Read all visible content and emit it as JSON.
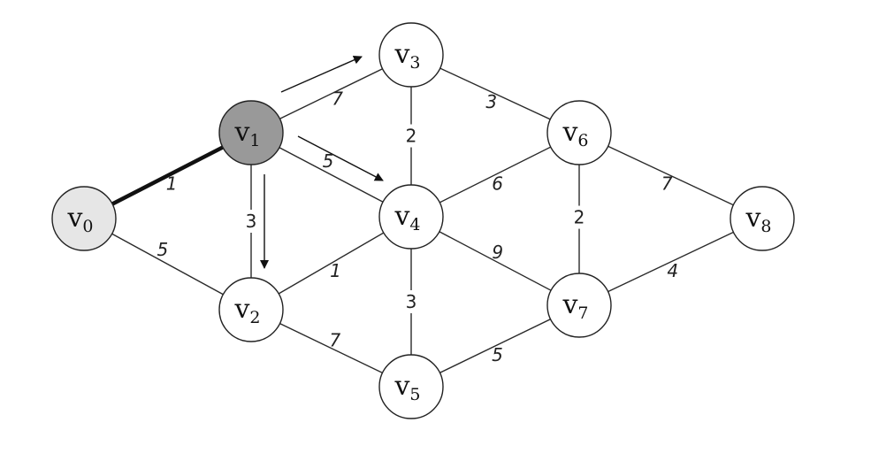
{
  "graph": {
    "colors": {
      "node_fill": "#ffffff",
      "highlight_fill": "#999999",
      "start_fill": "#e6e6e6",
      "edge": "#2a2a2a",
      "arrow": "#111111"
    },
    "nodes": [
      {
        "id": "v0",
        "letter": "v",
        "sub": "0",
        "fill": "#e6e6e6"
      },
      {
        "id": "v1",
        "letter": "v",
        "sub": "1",
        "fill": "#999999"
      },
      {
        "id": "v2",
        "letter": "v",
        "sub": "2",
        "fill": "#ffffff"
      },
      {
        "id": "v3",
        "letter": "v",
        "sub": "3",
        "fill": "#ffffff"
      },
      {
        "id": "v4",
        "letter": "v",
        "sub": "4",
        "fill": "#ffffff"
      },
      {
        "id": "v5",
        "letter": "v",
        "sub": "5",
        "fill": "#ffffff"
      },
      {
        "id": "v6",
        "letter": "v",
        "sub": "6",
        "fill": "#ffffff"
      },
      {
        "id": "v7",
        "letter": "v",
        "sub": "7",
        "fill": "#ffffff"
      },
      {
        "id": "v8",
        "letter": "v",
        "sub": "8",
        "fill": "#ffffff"
      }
    ],
    "edges": [
      {
        "from": "v0",
        "to": "v1",
        "weight": "1",
        "highlighted": true
      },
      {
        "from": "v0",
        "to": "v2",
        "weight": "5",
        "highlighted": false
      },
      {
        "from": "v1",
        "to": "v2",
        "weight": "3",
        "highlighted": false
      },
      {
        "from": "v1",
        "to": "v3",
        "weight": "7",
        "highlighted": false
      },
      {
        "from": "v1",
        "to": "v4",
        "weight": "5",
        "highlighted": false
      },
      {
        "from": "v2",
        "to": "v4",
        "weight": "1",
        "highlighted": false
      },
      {
        "from": "v2",
        "to": "v5",
        "weight": "7",
        "highlighted": false
      },
      {
        "from": "v3",
        "to": "v4",
        "weight": "2",
        "highlighted": false
      },
      {
        "from": "v3",
        "to": "v6",
        "weight": "3",
        "highlighted": false
      },
      {
        "from": "v4",
        "to": "v5",
        "weight": "3",
        "highlighted": false
      },
      {
        "from": "v4",
        "to": "v6",
        "weight": "6",
        "highlighted": false
      },
      {
        "from": "v4",
        "to": "v7",
        "weight": "9",
        "highlighted": false
      },
      {
        "from": "v5",
        "to": "v7",
        "weight": "5",
        "highlighted": false
      },
      {
        "from": "v6",
        "to": "v7",
        "weight": "2",
        "highlighted": false
      },
      {
        "from": "v6",
        "to": "v8",
        "weight": "7",
        "highlighted": false
      },
      {
        "from": "v7",
        "to": "v8",
        "weight": "4",
        "highlighted": false
      }
    ],
    "arrows": [
      {
        "from": "v1",
        "to": "v3"
      },
      {
        "from": "v1",
        "to": "v4"
      },
      {
        "from": "v1",
        "to": "v2"
      }
    ]
  }
}
